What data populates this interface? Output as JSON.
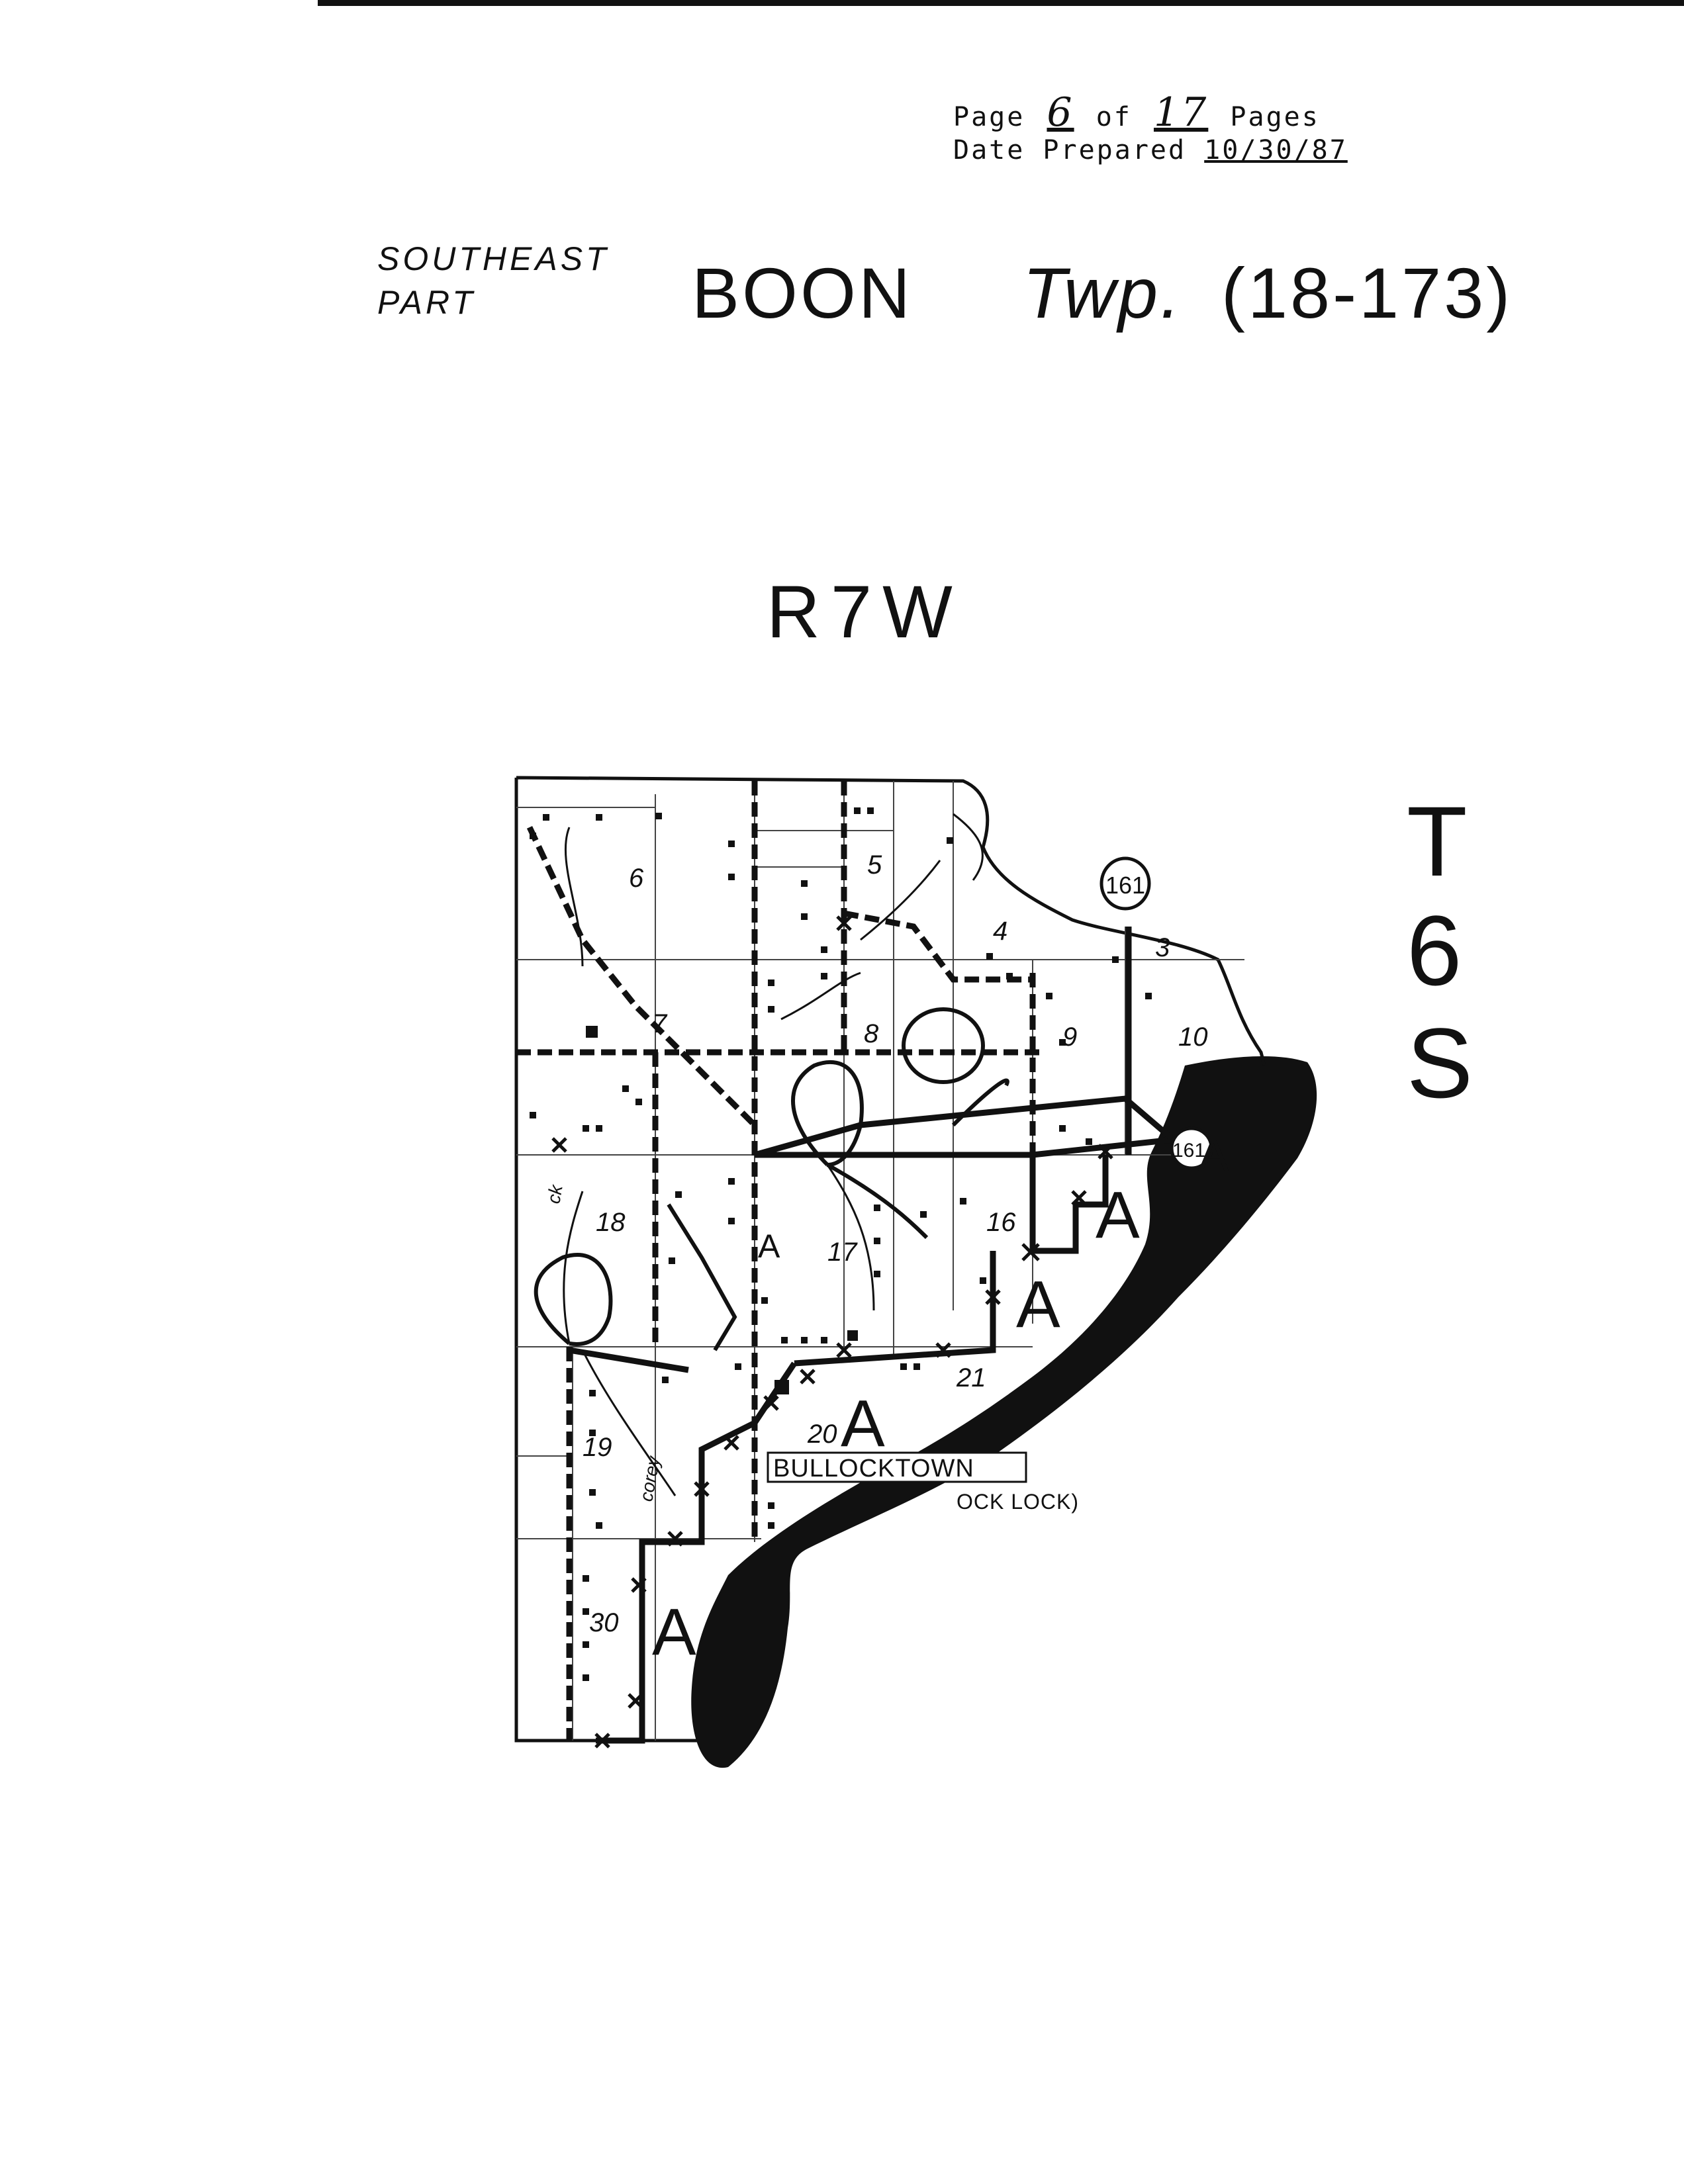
{
  "header": {
    "page_label": "Page",
    "page_number": "6",
    "of_label": "of",
    "total_pages": "17",
    "pages_label": "Pages",
    "date_label": "Date Prepared",
    "date_value": "10/30/87"
  },
  "area": {
    "part_line1": "SOUTHEAST",
    "part_line2": "PART",
    "township_name": "BOON",
    "twp_abbrev": "Twp.",
    "township_code": "(18-173)"
  },
  "range_label": "R7W",
  "township_label": [
    "T",
    "6",
    "S"
  ],
  "map": {
    "sections": [
      "6",
      "5",
      "4",
      "3",
      "7",
      "8",
      "9",
      "10",
      "18",
      "17",
      "16",
      "19",
      "20",
      "21",
      "30"
    ],
    "route_shield": "161",
    "route_marker_east": "161",
    "area_marks": [
      "A",
      "A",
      "A",
      "A",
      "A",
      "A"
    ],
    "town_name": "BULLOCKTOWN",
    "lock_note": "OCK LOCK)",
    "creek_labels": [
      "ck",
      "corey"
    ]
  },
  "colors": {
    "ink": "#111111",
    "paper": "#ffffff",
    "lines": "#444444"
  }
}
